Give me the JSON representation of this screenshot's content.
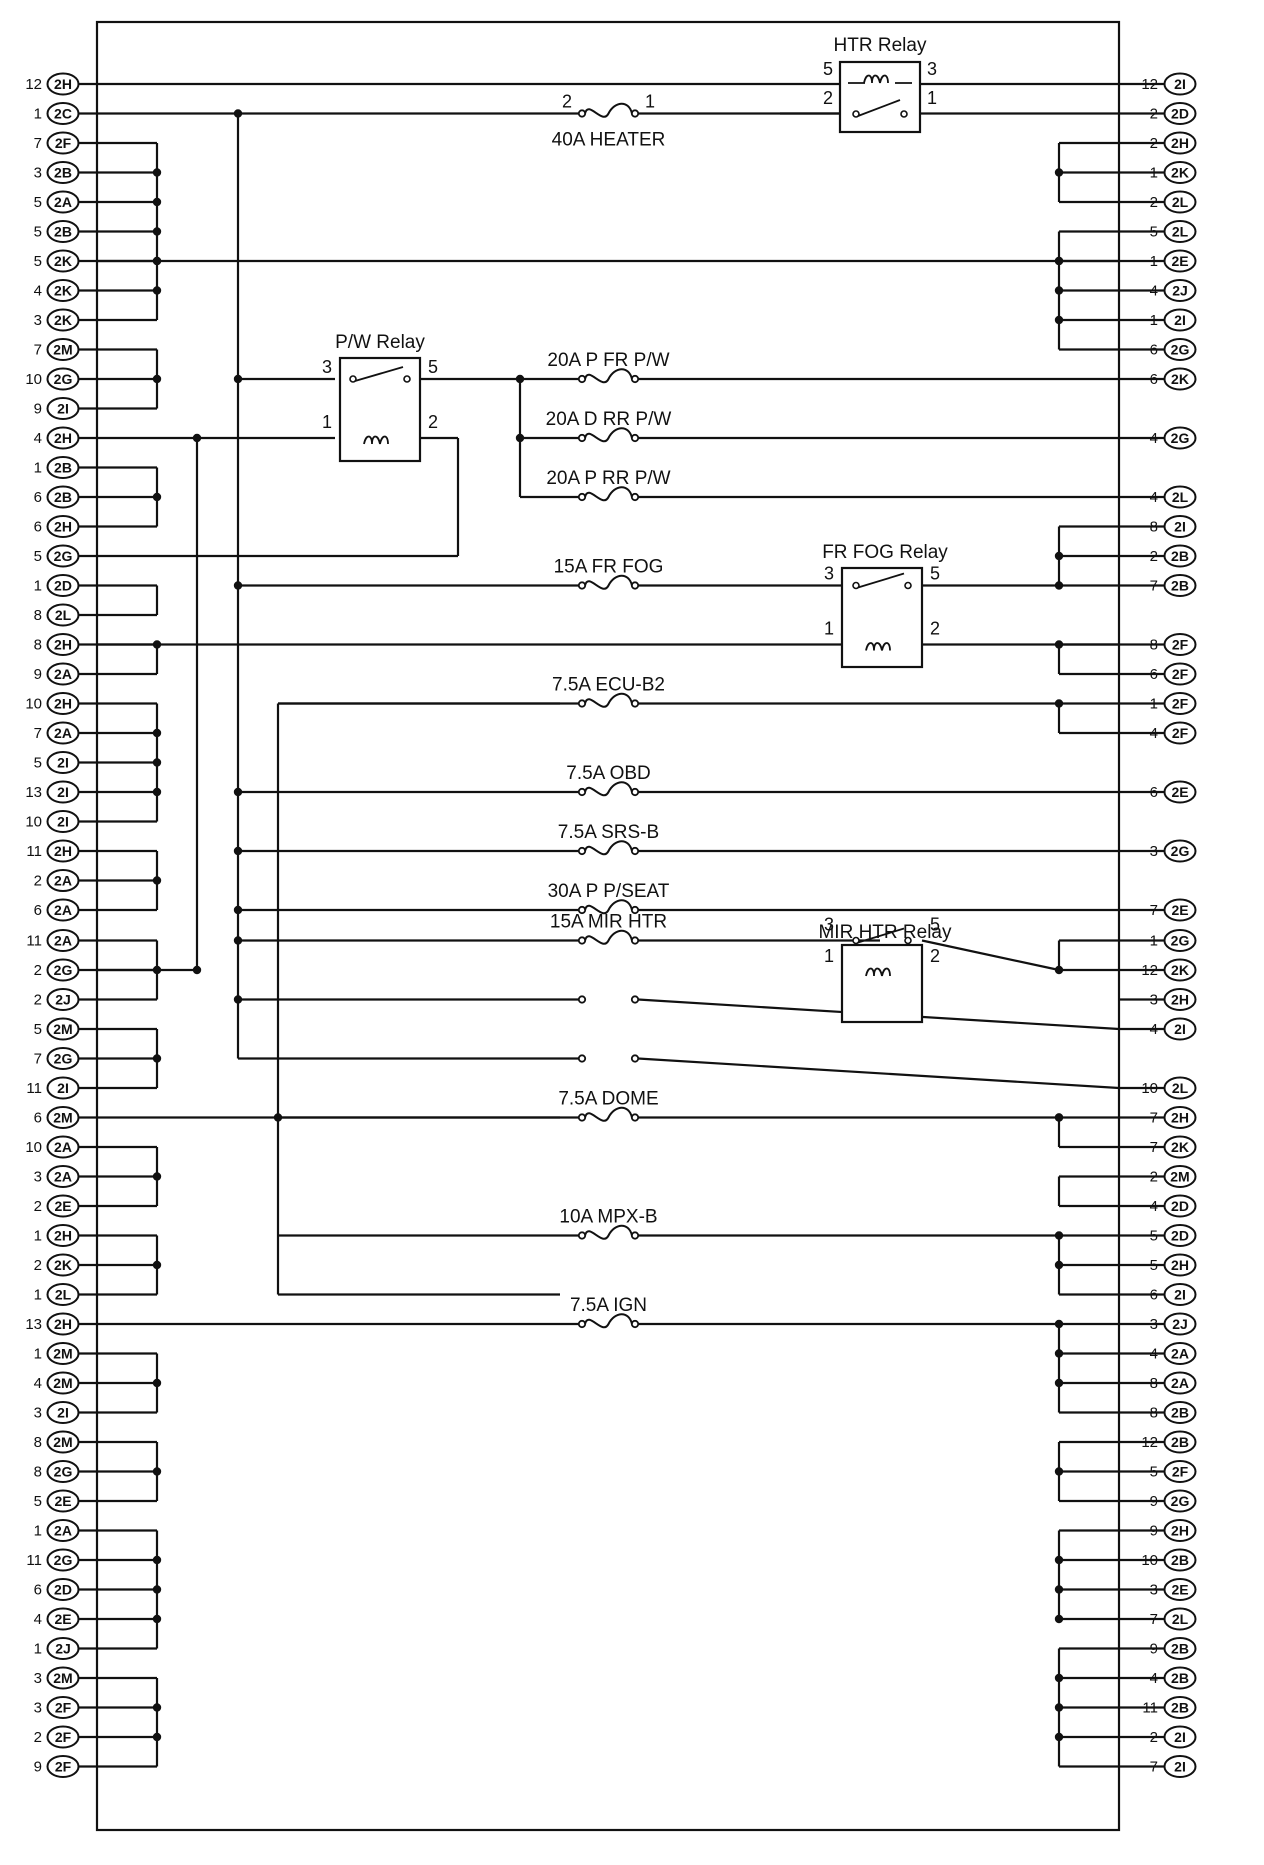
{
  "left_connectors": [
    {
      "pin": "12",
      "code": "2H"
    },
    {
      "pin": "1",
      "code": "2C"
    },
    {
      "pin": "7",
      "code": "2F"
    },
    {
      "pin": "3",
      "code": "2B"
    },
    {
      "pin": "5",
      "code": "2A"
    },
    {
      "pin": "5",
      "code": "2B"
    },
    {
      "pin": "5",
      "code": "2K"
    },
    {
      "pin": "4",
      "code": "2K"
    },
    {
      "pin": "3",
      "code": "2K"
    },
    {
      "pin": "7",
      "code": "2M"
    },
    {
      "pin": "10",
      "code": "2G"
    },
    {
      "pin": "9",
      "code": "2I"
    },
    {
      "pin": "4",
      "code": "2H"
    },
    {
      "pin": "1",
      "code": "2B"
    },
    {
      "pin": "6",
      "code": "2B"
    },
    {
      "pin": "6",
      "code": "2H"
    },
    {
      "pin": "5",
      "code": "2G"
    },
    {
      "pin": "1",
      "code": "2D"
    },
    {
      "pin": "8",
      "code": "2L"
    },
    {
      "pin": "8",
      "code": "2H"
    },
    {
      "pin": "9",
      "code": "2A"
    },
    {
      "pin": "10",
      "code": "2H"
    },
    {
      "pin": "7",
      "code": "2A"
    },
    {
      "pin": "5",
      "code": "2I"
    },
    {
      "pin": "13",
      "code": "2I"
    },
    {
      "pin": "10",
      "code": "2I"
    },
    {
      "pin": "11",
      "code": "2H"
    },
    {
      "pin": "2",
      "code": "2A"
    },
    {
      "pin": "6",
      "code": "2A"
    },
    {
      "pin": "11",
      "code": "2A"
    },
    {
      "pin": "2",
      "code": "2G"
    },
    {
      "pin": "2",
      "code": "2J"
    },
    {
      "pin": "5",
      "code": "2M"
    },
    {
      "pin": "7",
      "code": "2G"
    },
    {
      "pin": "11",
      "code": "2I"
    },
    {
      "pin": "6",
      "code": "2M"
    },
    {
      "pin": "10",
      "code": "2A"
    },
    {
      "pin": "3",
      "code": "2A"
    },
    {
      "pin": "2",
      "code": "2E"
    },
    {
      "pin": "1",
      "code": "2H"
    },
    {
      "pin": "2",
      "code": "2K"
    },
    {
      "pin": "1",
      "code": "2L"
    },
    {
      "pin": "13",
      "code": "2H"
    },
    {
      "pin": "1",
      "code": "2M"
    },
    {
      "pin": "4",
      "code": "2M"
    },
    {
      "pin": "3",
      "code": "2I"
    },
    {
      "pin": "8",
      "code": "2M"
    },
    {
      "pin": "8",
      "code": "2G"
    },
    {
      "pin": "5",
      "code": "2E"
    },
    {
      "pin": "1",
      "code": "2A"
    },
    {
      "pin": "11",
      "code": "2G"
    },
    {
      "pin": "6",
      "code": "2D"
    },
    {
      "pin": "4",
      "code": "2E"
    },
    {
      "pin": "1",
      "code": "2J"
    },
    {
      "pin": "3",
      "code": "2M"
    },
    {
      "pin": "3",
      "code": "2F"
    },
    {
      "pin": "2",
      "code": "2F"
    },
    {
      "pin": "9",
      "code": "2F"
    }
  ],
  "right_connectors": [
    {
      "pin": "12",
      "code": "2I"
    },
    {
      "pin": "2",
      "code": "2D"
    },
    {
      "pin": "2",
      "code": "2H"
    },
    {
      "pin": "1",
      "code": "2K"
    },
    {
      "pin": "2",
      "code": "2L"
    },
    {
      "pin": "5",
      "code": "2L"
    },
    {
      "pin": "1",
      "code": "2E"
    },
    {
      "pin": "4",
      "code": "2J"
    },
    {
      "pin": "1",
      "code": "2I"
    },
    {
      "pin": "6",
      "code": "2G"
    },
    {
      "pin": "6",
      "code": "2K"
    },
    {
      "pin": "4",
      "code": "2G"
    },
    {
      "pin": "4",
      "code": "2L"
    },
    {
      "pin": "8",
      "code": "2I"
    },
    {
      "pin": "2",
      "code": "2B"
    },
    {
      "pin": "7",
      "code": "2B"
    },
    {
      "pin": "8",
      "code": "2F"
    },
    {
      "pin": "6",
      "code": "2F"
    },
    {
      "pin": "1",
      "code": "2F"
    },
    {
      "pin": "4",
      "code": "2F"
    },
    {
      "pin": "6",
      "code": "2E"
    },
    {
      "pin": "3",
      "code": "2G"
    },
    {
      "pin": "7",
      "code": "2E"
    },
    {
      "pin": "1",
      "code": "2G"
    },
    {
      "pin": "12",
      "code": "2K"
    },
    {
      "pin": "3",
      "code": "2H"
    },
    {
      "pin": "4",
      "code": "2I"
    },
    {
      "pin": "10",
      "code": "2L"
    },
    {
      "pin": "7",
      "code": "2H"
    },
    {
      "pin": "7",
      "code": "2K"
    },
    {
      "pin": "2",
      "code": "2M"
    },
    {
      "pin": "4",
      "code": "2D"
    },
    {
      "pin": "5",
      "code": "2D"
    },
    {
      "pin": "5",
      "code": "2H"
    },
    {
      "pin": "6",
      "code": "2I"
    },
    {
      "pin": "3",
      "code": "2J"
    },
    {
      "pin": "4",
      "code": "2A"
    },
    {
      "pin": "8",
      "code": "2A"
    },
    {
      "pin": "8",
      "code": "2B"
    },
    {
      "pin": "12",
      "code": "2B"
    },
    {
      "pin": "5",
      "code": "2F"
    },
    {
      "pin": "9",
      "code": "2G"
    },
    {
      "pin": "9",
      "code": "2H"
    },
    {
      "pin": "10",
      "code": "2B"
    },
    {
      "pin": "3",
      "code": "2E"
    },
    {
      "pin": "7",
      "code": "2L"
    },
    {
      "pin": "9",
      "code": "2B"
    },
    {
      "pin": "4",
      "code": "2B"
    },
    {
      "pin": "11",
      "code": "2B"
    },
    {
      "pin": "2",
      "code": "2I"
    },
    {
      "pin": "7",
      "code": "2I"
    }
  ],
  "fuses": [
    {
      "id": "heater",
      "label": "40A HEATER",
      "left_terminal": "2",
      "right_terminal": "1"
    },
    {
      "id": "p-fr-pw",
      "label": "20A P FR P/W"
    },
    {
      "id": "d-rr-pw",
      "label": "20A D RR P/W"
    },
    {
      "id": "p-rr-pw",
      "label": "20A P RR P/W"
    },
    {
      "id": "fr-fog",
      "label": "15A FR FOG"
    },
    {
      "id": "ecu-b2",
      "label": "7.5A ECU-B2"
    },
    {
      "id": "obd",
      "label": "7.5A OBD"
    },
    {
      "id": "srs-b",
      "label": "7.5A SRS-B"
    },
    {
      "id": "p-pseat",
      "label": "30A P P/SEAT"
    },
    {
      "id": "mir-htr",
      "label": "15A MIR HTR"
    },
    {
      "id": "dome",
      "label": "7.5A DOME"
    },
    {
      "id": "mpx-b",
      "label": "10A MPX-B"
    },
    {
      "id": "ign",
      "label": "7.5A IGN"
    }
  ],
  "relays": [
    {
      "id": "htr",
      "label": "HTR Relay",
      "terminals": [
        "5",
        "3",
        "2",
        "1"
      ]
    },
    {
      "id": "pw",
      "label": "P/W Relay",
      "terminals": [
        "3",
        "5",
        "1",
        "2"
      ]
    },
    {
      "id": "fr-fog",
      "label": "FR FOG Relay",
      "terminals": [
        "3",
        "5",
        "1",
        "2"
      ]
    },
    {
      "id": "mir-htr",
      "label": "MIR HTR Relay",
      "terminals": [
        "3",
        "5",
        "1",
        "2"
      ]
    }
  ]
}
